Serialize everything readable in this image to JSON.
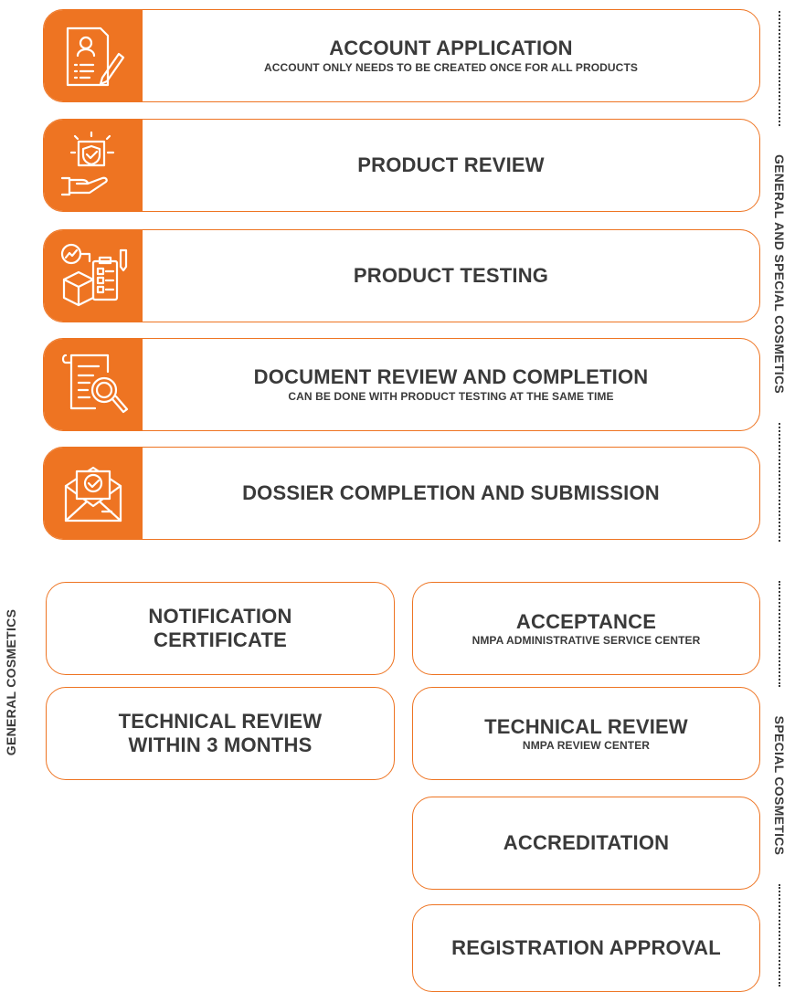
{
  "steps": [
    {
      "title": "ACCOUNT APPLICATION",
      "subtitle": "ACCOUNT ONLY NEEDS TO BE CREATED ONCE FOR ALL PRODUCTS",
      "icon": "account-form-icon"
    },
    {
      "title": "PRODUCT REVIEW",
      "subtitle": "",
      "icon": "shield-hand-icon"
    },
    {
      "title": "PRODUCT TESTING",
      "subtitle": "",
      "icon": "testing-clipboard-icon"
    },
    {
      "title": "DOCUMENT REVIEW AND COMPLETION",
      "subtitle": "CAN BE DONE WITH PRODUCT TESTING AT THE SAME TIME",
      "icon": "document-search-icon"
    },
    {
      "title": "DOSSIER COMPLETION AND SUBMISSION",
      "subtitle": "",
      "icon": "envelope-check-icon"
    }
  ],
  "general": {
    "label": "GENERAL COSMETICS",
    "boxes": [
      {
        "title": "NOTIFICATION\nCERTIFICATE",
        "subtitle": ""
      },
      {
        "title": "TECHNICAL REVIEW\nWITHIN 3 MONTHS",
        "subtitle": ""
      }
    ]
  },
  "special": {
    "label": "SPECIAL COSMETICS",
    "boxes": [
      {
        "title": "ACCEPTANCE",
        "subtitle": "NMPA ADMINISTRATIVE SERVICE CENTER"
      },
      {
        "title": "TECHNICAL REVIEW",
        "subtitle": "NMPA REVIEW CENTER"
      },
      {
        "title": "ACCREDITATION",
        "subtitle": ""
      },
      {
        "title": "REGISTRATION APPROVAL",
        "subtitle": ""
      }
    ]
  },
  "right_label_top": "GENERAL AND SPECIAL COSMETICS",
  "colors": {
    "accent": "#ee7422",
    "text": "#3a3a3a"
  }
}
